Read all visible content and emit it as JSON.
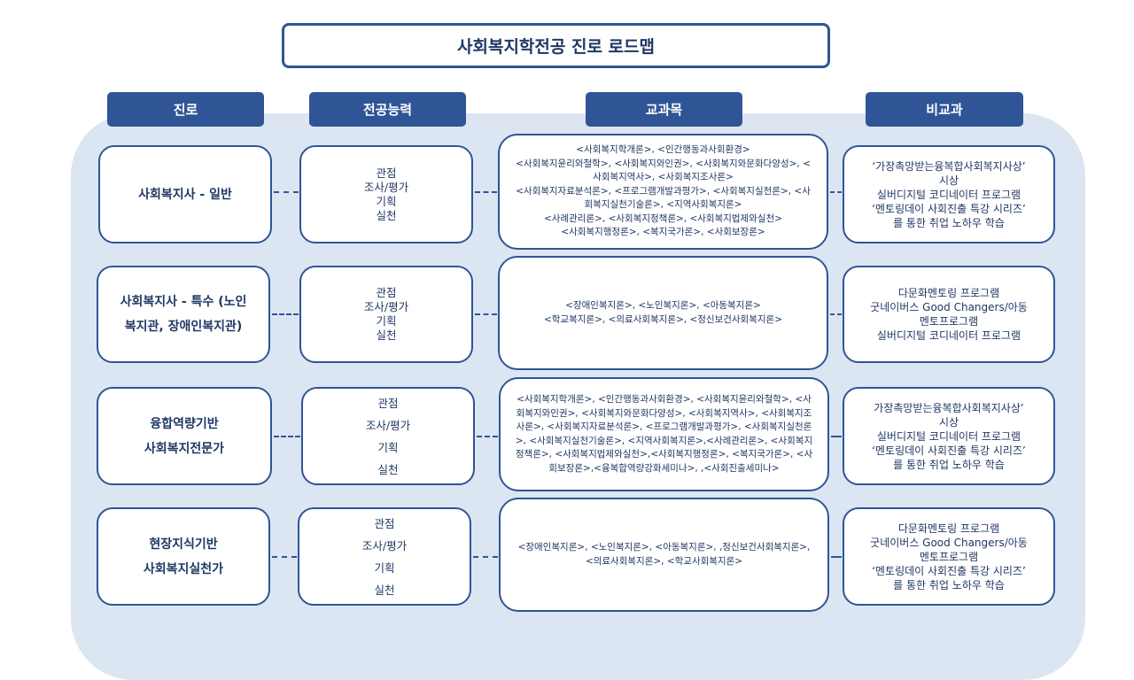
{
  "title": "사회복지학전공 진로 로드맵",
  "headers": {
    "career": "진로",
    "competency": "전공능력",
    "courses": "교과목",
    "extracurricular": "비교과"
  },
  "rows": [
    {
      "career": "사회복지사 -  일반",
      "competency": "관점\n조사/평가\n기획\n실천",
      "courses": "<사회복지학개론>, <인간행동과사회환경>\n<사회복지윤리와철학>, <사회복지와인권>, <사회복지와문화다양성>, <사회복지역사>, <사회복지조사론>\n<사회복지자료분석론>, <프로그램개발과평가>, <사회복지실천론>, <사회복지실천기술론>, <지역사회복지론>\n<사례관리론>, <사회복지정책론>, <사회복지법제와실천>\n<사회복지행정론>, <복지국가론>, <사회보장론>",
      "extracurricular": "‘가장촉망받는융복합사회복지사상’\n시상\n실버디지털 코디네이터 프로그램\n‘멘토링데이 사회진출 특강 시리즈’\n를 통한 취업 노하우 학습"
    },
    {
      "career": "사회복지사 -  특수 (노인\n복지관, 장애인복지관)",
      "competency": "관점\n조사/평가\n기획\n실천",
      "courses": "<장애인복지론>, <노인복지론>, <아동복지론>\n<학교복지론>, <의료사회복지론>, <정신보건사회복지론>",
      "extracurricular": "다문화멘토링 프로그램\n굿네이버스 Good Changers/아동\n멘토프로그램\n실버디지털 코디네이터 프로그램"
    },
    {
      "career": "융합역량기반\n사회복지전문가",
      "competency": "관점\n조사/평가\n기획\n실천",
      "courses": "<사회복지학개론>, <인간행동과사회환경>, <사회복지윤리와철학>, <사회복지와인권>, <사회복지와문화다양성>, <사회복지역사>, <사회복지조사론>, <사회복지자료분석론>, <프로그램개발과평가>, <사회복지실천론>, <사회복지실천기술론>, <지역사회복지론>,<사례관리론>, <사회복지정책론>, <사회복지법제와실천>,<사회복지행정론>, <복지국가론>, <사회보장론>,<융복합역량강화세미나>, ,<사회진출세미나>",
      "extracurricular": "가장촉망받는융복합사회복지사상’\n시상\n실버디지털 코디네이터 프로그램\n‘멘토링데이 사회진출 특강 시리즈’\n를 통한 취업 노하우 학습"
    },
    {
      "career": "현장지식기반\n사회복지실천가",
      "competency": "관점\n조사/평가\n기획\n실천",
      "courses": "<장애인복지론>, <노인복지론>, <아동복지론>, ,정신보건사회복지론>, <의료사회복지론>, <학교사회복지론>",
      "extracurricular": "다문화멘토링 프로그램\n굿네이버스 Good Changers/아동\n멘토프로그램\n‘멘토링데이 사회진출 특강 시리즈’\n를 통한 취업 노하우 학습"
    }
  ]
}
